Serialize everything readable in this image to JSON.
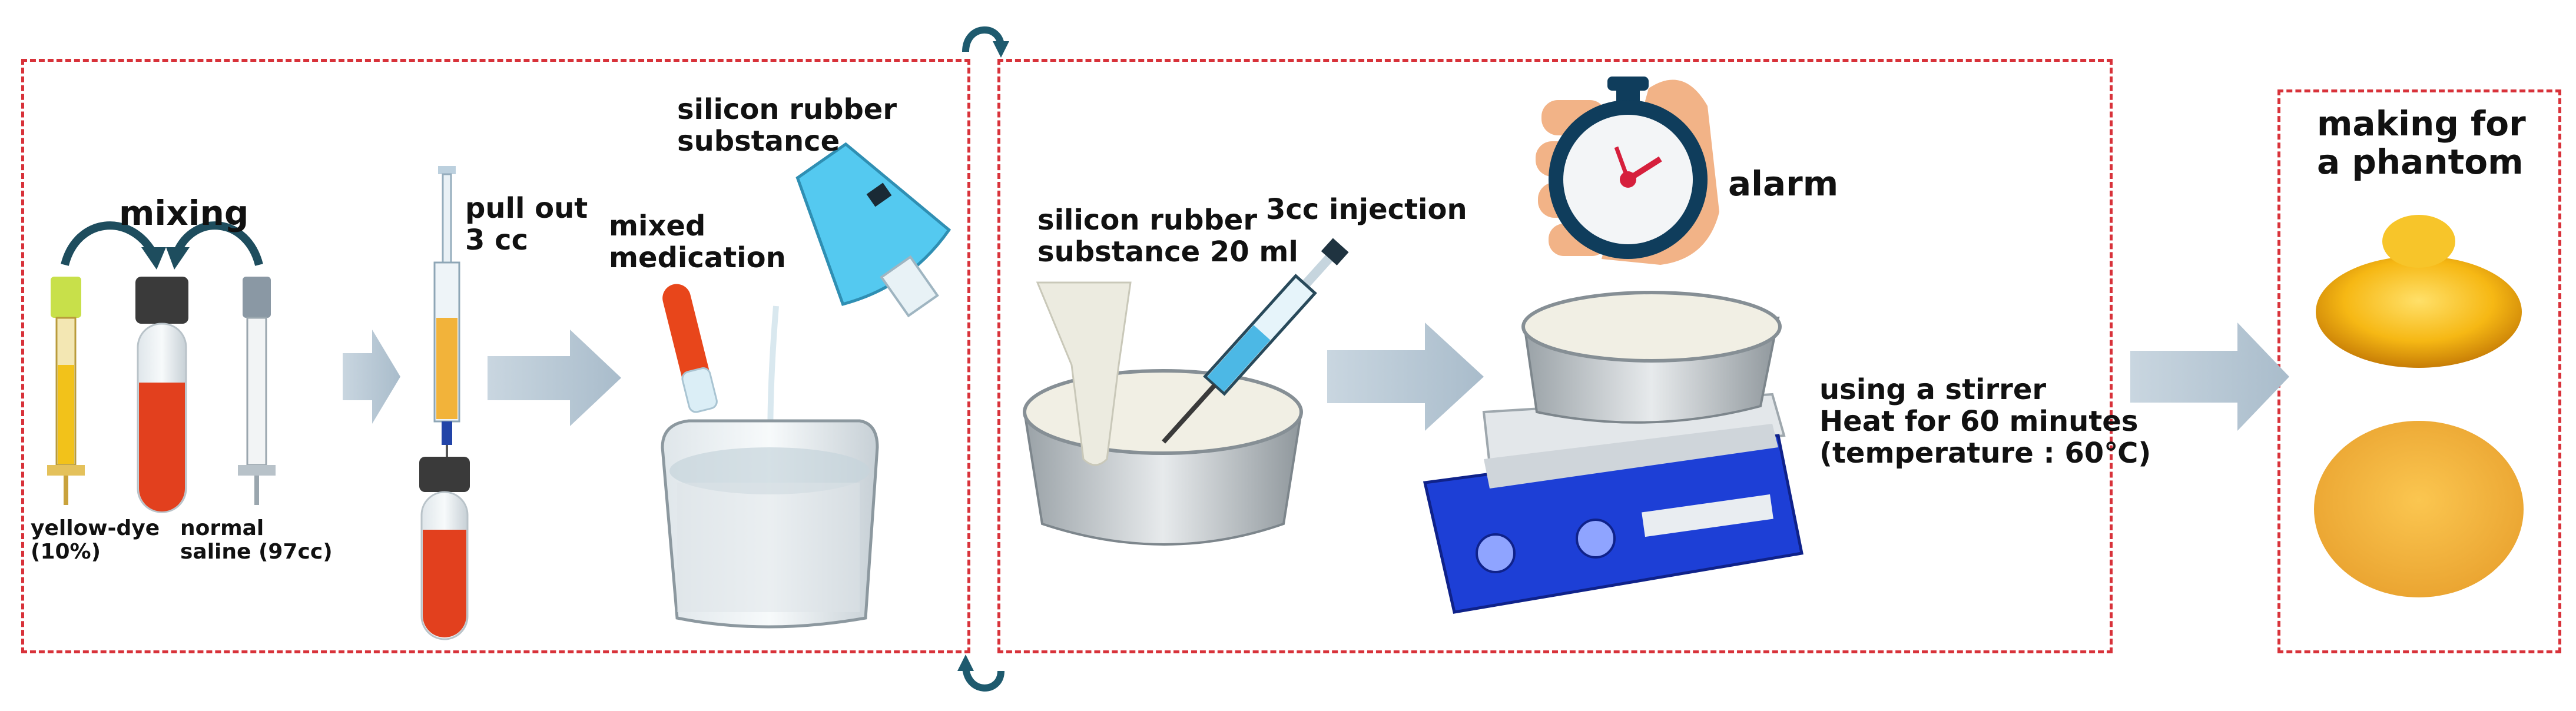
{
  "labels": {
    "mixing": "mixing",
    "yellow_dye": "yellow-dye\n(10%)",
    "normal_saline": "normal\nsaline  (97cc)",
    "pull_out": "pull out\n3 cc",
    "mixed_medication": "mixed\nmedication",
    "silicon_rubber_substance": "silicon rubber\nsubstance",
    "silicon_rubber_20ml": "silicon rubber\nsubstance 20 ml",
    "injection_3cc": "3cc injection",
    "alarm": "alarm",
    "stirrer_note": "using a stirrer\nHeat for 60 minutes\n(temperature : 60℃)",
    "making_phantom": "making for\na phantom"
  },
  "colors": {
    "dashed_border": "#d8323a",
    "flow_arrow": "#b5c7d6",
    "curve_arrow": "#1e5a6e",
    "blood_red": "#e2401e",
    "dye_yellow": "#f2c21a",
    "beaker_cyan": "#4cc6ee",
    "stirrer_blue": "#1d3fd6"
  },
  "icons": [
    "curved-arrow-icon",
    "flow-arrow-icon",
    "syringe-icon",
    "blood-tube-icon",
    "vial-icon",
    "beaker-icon",
    "dropper-icon",
    "flask-icon",
    "foil-dish-icon",
    "stopwatch-icon",
    "hand-icon",
    "hot-plate-stirrer-icon",
    "phantom-sample-icon"
  ]
}
